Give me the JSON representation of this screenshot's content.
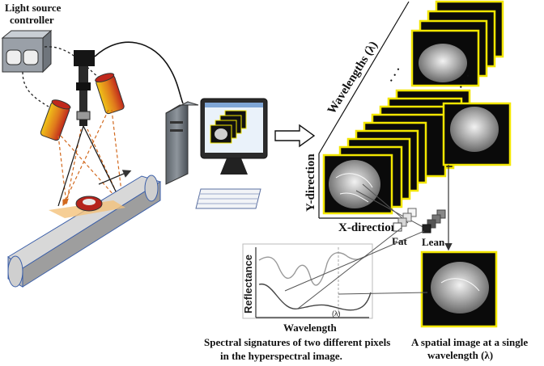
{
  "controller": {
    "label_line1": "Light source",
    "label_line2": "controller"
  },
  "axes": {
    "wavelengths": "Wavelengths (λ)",
    "y_direction": "Y-direction",
    "x_direction": "X-direction",
    "ellipsis": "· · ·"
  },
  "pixels": {
    "fat": "Fat",
    "lean": "Lean"
  },
  "spectrum": {
    "ylabel": "Reflectance",
    "xlabel": "Wavelength",
    "lambda_marker": "(λ)",
    "caption_line1": "Spectral signatures of two different pixels",
    "caption_line2": "in the hyperspectral image."
  },
  "spatial": {
    "caption_line1": "A spatial image at a single",
    "caption_line2": "wavelength (λ)"
  },
  "colors": {
    "frame_yellow": "#f2e600",
    "lamp_red": "#cc2a1e",
    "lamp_yellow": "#f0c419",
    "light_ray": "#d2691e",
    "belt_gray": "#c8c8c8",
    "belt_outline": "#3a5ea8"
  }
}
